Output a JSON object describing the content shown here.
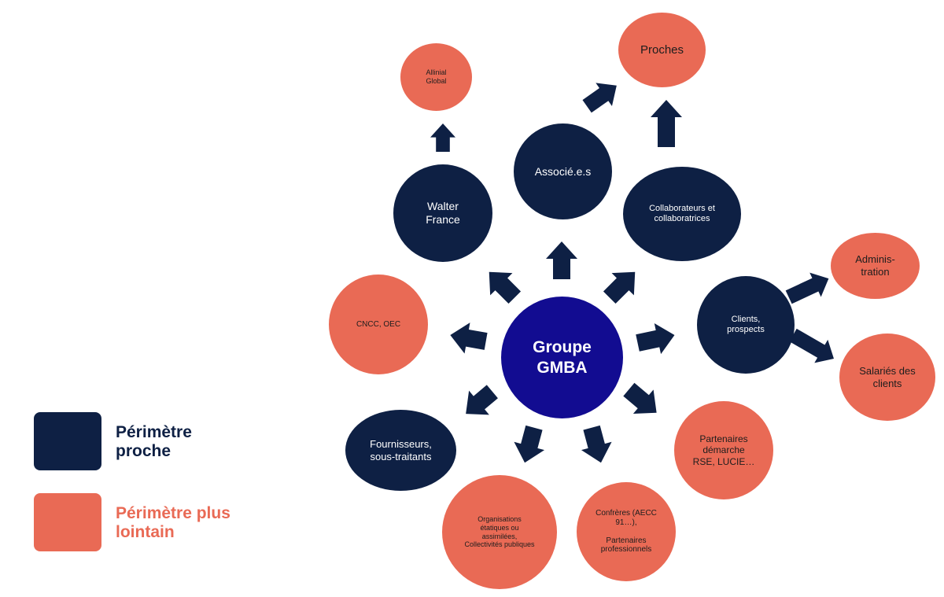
{
  "colors": {
    "near": "#0e2044",
    "far": "#e96a55",
    "center": "#120c91",
    "arrow": "#0e2044",
    "legend_near_text": "#0e2044",
    "legend_far_text": "#e96a55"
  },
  "center": {
    "label": "Groupe\nGMBA"
  },
  "nodes": {
    "associes": "Associé.e.s",
    "walter": "Walter\nFrance",
    "collaborateurs": "Collaborateurs et\ncollaboratrices",
    "clients": "Clients,\nprospects",
    "fournisseurs": "Fournisseurs,\nsous-traitants",
    "allinial": "Allinial\nGlobal",
    "proches": "Proches",
    "cncc": "CNCC, OEC",
    "administration": "Adminis-\ntration",
    "salaries": "Salariés des\nclients",
    "partenaires_rse": "Partenaires\ndémarche\nRSE, LUCIE…",
    "confreres": "Confrères (AECC\n91…),\n\nPartenaires\nprofessionnels",
    "organisations": "Organisations\nétatiques ou\nassimilées,\nCollectivités publiques"
  },
  "legend": {
    "near_label": "Périmètre\nproche",
    "far_label": "Périmètre plus\nlointain"
  }
}
